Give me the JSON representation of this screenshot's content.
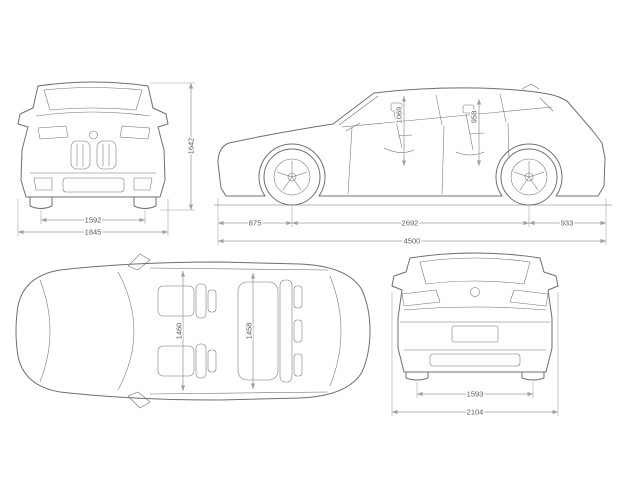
{
  "colors": {
    "background": "#ffffff",
    "outline": "#6a7077",
    "dimension": "#9aa0a6",
    "label": "#565b61"
  },
  "dims": {
    "front": {
      "track": "1592",
      "overall_width": "1845",
      "overall_height": "1642"
    },
    "side": {
      "front_overhang": "875",
      "wheelbase": "2692",
      "rear_overhang": "933",
      "overall_length": "4500",
      "front_interior_height": "1069",
      "rear_interior_height": "958"
    },
    "top": {
      "front_interior_width": "1460",
      "rear_interior_width": "1458"
    },
    "rear": {
      "track": "1593",
      "width_with_mirrors": "2104"
    }
  }
}
